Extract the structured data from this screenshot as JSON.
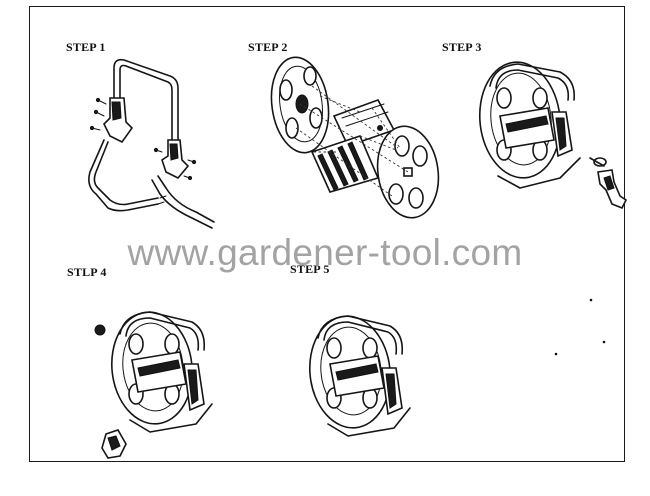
{
  "steps": [
    {
      "label": "STEP 1"
    },
    {
      "label": "STEP 2"
    },
    {
      "label": "STEP 3"
    },
    {
      "label": "STLP 4"
    },
    {
      "label": "STEP 5"
    }
  ],
  "watermark": "www.gardener-tool.com",
  "colors": {
    "line": "#151515",
    "watermark": "#8a8a8a",
    "background": "#ffffff"
  }
}
